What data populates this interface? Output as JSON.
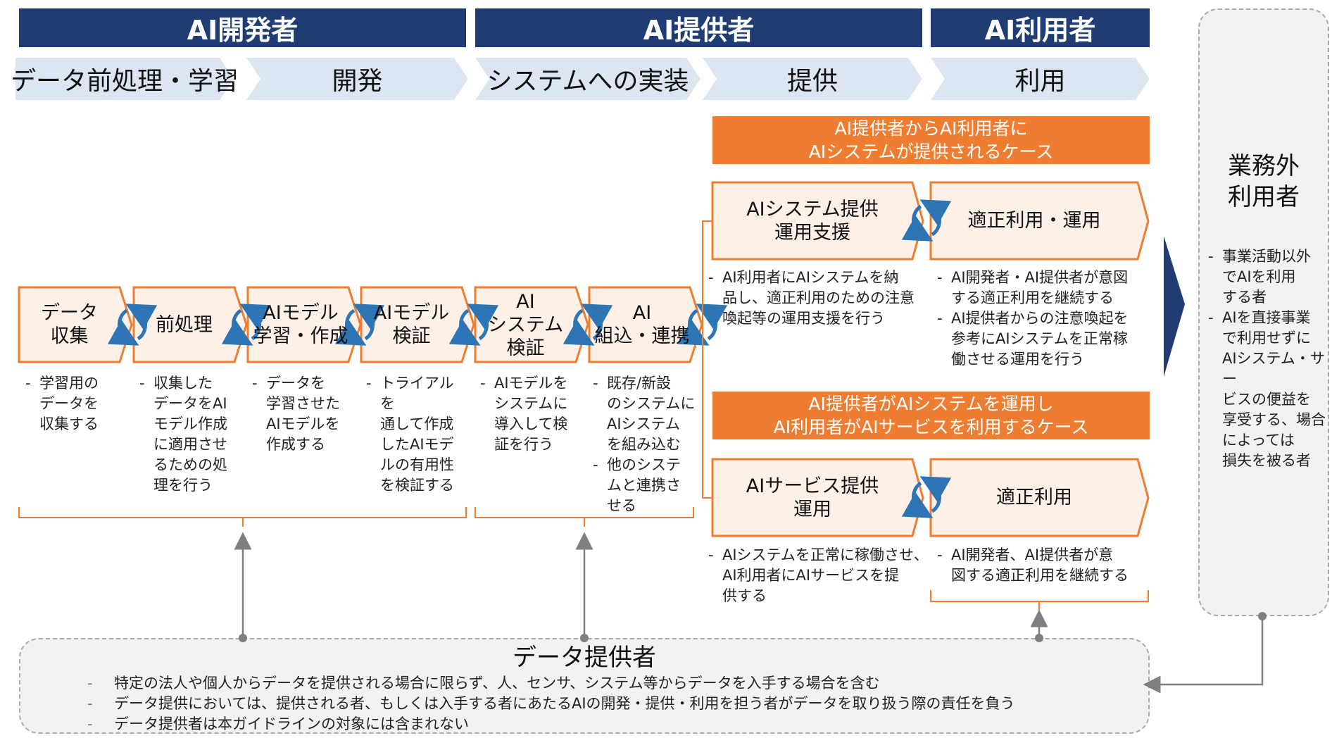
{
  "roles": {
    "developer": "AI開発者",
    "provider": "AI提供者",
    "user": "AI利用者"
  },
  "phases": [
    "データ前処理・学習",
    "開発",
    "システムへの実装",
    "提供",
    "利用"
  ],
  "steps": [
    {
      "label": "データ\n収集",
      "desc": [
        "学習用の\nデータを\n収集する"
      ]
    },
    {
      "label": "前処理",
      "desc": [
        "収集した\nデータをAI\nモデル作成\nに適用させ\nるための処\n理を行う"
      ]
    },
    {
      "label": "AIモデル\n学習・作成",
      "desc": [
        "データを\n学習させた\nAIモデルを\n作成する"
      ]
    },
    {
      "label": "AIモデル\n検証",
      "desc": [
        "トライアルを\n通して作成\nしたAIモデ\nルの有用性\nを検証する"
      ]
    },
    {
      "label": "AI\nシステム\n検証",
      "desc": [
        "AIモデルを\nシステムに\n導入して検\n証を行う"
      ]
    },
    {
      "label": "AI\n組込・連携",
      "desc": [
        "既存/新設\nのシステムに\nAIシステム\nを組み込む",
        "他のシステ\nムと連携さ\nせる"
      ]
    }
  ],
  "case1": {
    "title": "AI提供者からAI利用者に\nAIシステムが提供されるケース",
    "provider_box": "AIシステム提供\n運用支援",
    "user_box": "適正利用・運用",
    "provider_desc": [
      "AI利用者にAIシステムを納\n品し、適正利用のための注意\n喚起等の運用支援を行う"
    ],
    "user_desc": [
      "AI開発者・AI提供者が意図\nする適正利用を継続する",
      "AI提供者からの注意喚起を\n参考にAIシステムを正常稼\n働させる運用を行う"
    ]
  },
  "case2": {
    "title": "AI提供者がAIシステムを運用し\nAI利用者がAIサービスを利用するケース",
    "provider_box": "AIサービス提供\n運用",
    "user_box": "適正利用",
    "provider_desc": [
      "AIシステムを正常に稼働させ、\nAI利用者にAIサービスを提\n供する"
    ],
    "user_desc": [
      "AI開発者、AI提供者が意\n図する適正利用を継続する"
    ]
  },
  "external_user": {
    "title": "業務外\n利用者",
    "desc": [
      "事業活動以外\nでAIを利用\nする者",
      "AIを直接事業\nで利用せずに\nAIシステム・サー\nビスの便益を\n享受する、場合\nによっては\n損失を被る者"
    ]
  },
  "data_supplier": {
    "title": "データ提供者",
    "items": [
      "特定の法人や個人からデータを提供される場合に限らず、人、センサ、システム等からデータを入手する場合を含む",
      "データ提供においては、提供される者、もしくは入手する者にあたるAIの開発・提供・利用を担う者がデータを取り扱う際の責任を負う",
      "データ提供者は本ガイドラインの対象には含まれない"
    ]
  },
  "colors": {
    "navy": "#1f3d73",
    "orange": "#ee7d31",
    "step_fill": "#fdf0e6",
    "phase_fill": "#dce6f2",
    "connector": "#2e75b6",
    "arrow": "#7f7f7f"
  }
}
